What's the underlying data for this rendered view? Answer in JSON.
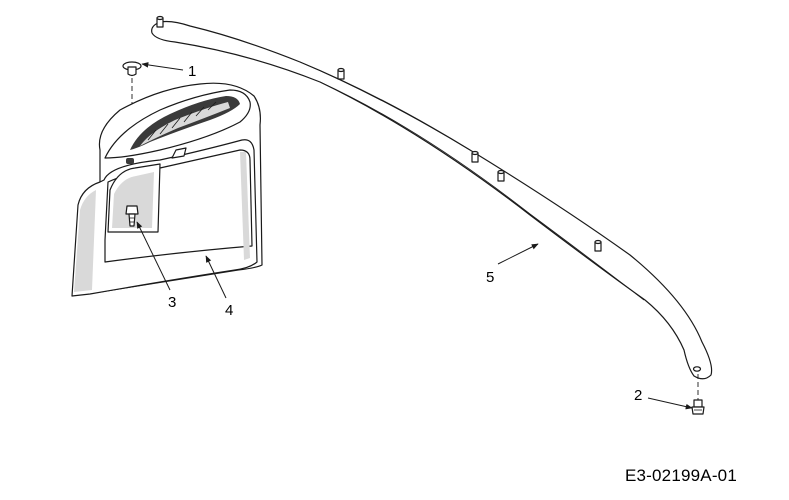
{
  "callouts": [
    {
      "id": "1",
      "label": "1"
    },
    {
      "id": "2",
      "label": "2"
    },
    {
      "id": "3",
      "label": "3"
    },
    {
      "id": "4",
      "label": "4"
    },
    {
      "id": "5",
      "label": "5"
    }
  ],
  "reference_code": "E3-02199A-01"
}
